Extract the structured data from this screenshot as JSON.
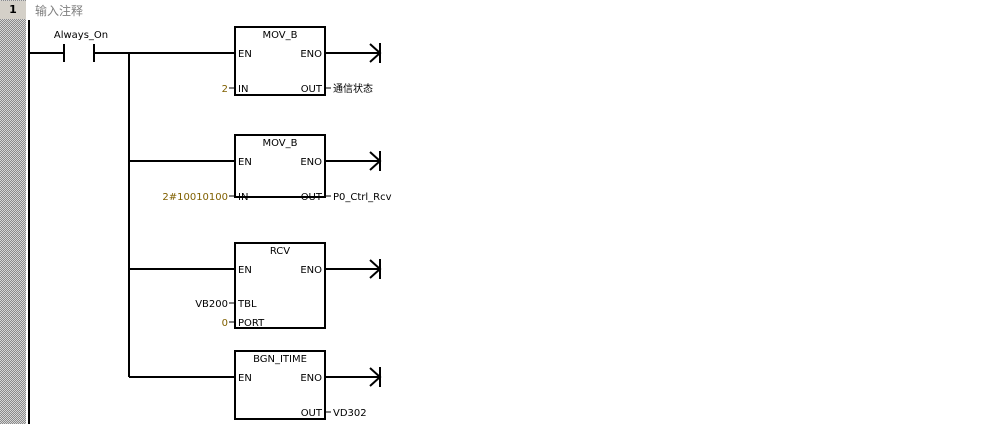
{
  "network": {
    "number": "1",
    "comment": "输入注释"
  },
  "contact": {
    "label": "Always_On"
  },
  "blocks": [
    {
      "name": "MOV_B",
      "en": "EN",
      "eno": "ENO",
      "inputs": [
        {
          "pin": "IN",
          "value": "2",
          "constant": true
        }
      ],
      "outputs": [
        {
          "pin": "OUT",
          "value": "通信状态"
        }
      ]
    },
    {
      "name": "MOV_B",
      "en": "EN",
      "eno": "ENO",
      "inputs": [
        {
          "pin": "IN",
          "value": "2#10010100",
          "constant": true
        }
      ],
      "outputs": [
        {
          "pin": "OUT",
          "value": "P0_Ctrl_Rcv"
        }
      ]
    },
    {
      "name": "RCV",
      "en": "EN",
      "eno": "ENO",
      "inputs": [
        {
          "pin": "TBL",
          "value": "VB200",
          "constant": false
        },
        {
          "pin": "PORT",
          "value": "0",
          "constant": true
        }
      ],
      "outputs": []
    },
    {
      "name": "BGN_ITIME",
      "en": "EN",
      "eno": "ENO",
      "inputs": [],
      "outputs": [
        {
          "pin": "OUT",
          "value": "VD302"
        }
      ]
    }
  ]
}
